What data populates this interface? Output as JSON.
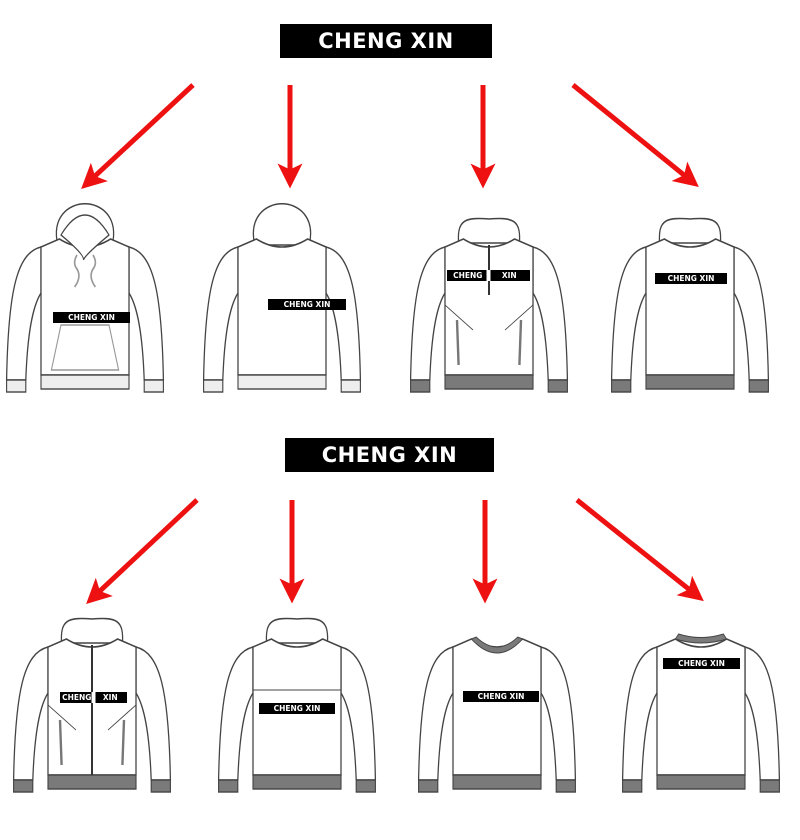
{
  "banners": [
    "CHENG XIN",
    "CHENG XIN"
  ],
  "colors": {
    "arrow": "#ee1111",
    "outline": "#444444",
    "rib": "#7a7a7a",
    "label_bg": "#000000",
    "label_text": "#ffffff"
  },
  "garments": [
    {
      "name": "pullover-hoodie-front",
      "label": "CHENG XIN"
    },
    {
      "name": "pullover-hoodie-back",
      "label": "CHENG XIN"
    },
    {
      "name": "half-zip-hoodie-front",
      "label_left": "CHENG",
      "label_right": "XIN"
    },
    {
      "name": "hoodie-back",
      "label": "CHENG XIN"
    },
    {
      "name": "full-zip-hoodie-front",
      "label_left": "CHENG",
      "label_right": "XIN"
    },
    {
      "name": "zip-hoodie-back",
      "label": "CHENG XIN"
    },
    {
      "name": "crewneck-sweatshirt-front",
      "label": "CHENG XIN"
    },
    {
      "name": "crewneck-sweatshirt-back",
      "label": "CHENG XIN"
    }
  ]
}
